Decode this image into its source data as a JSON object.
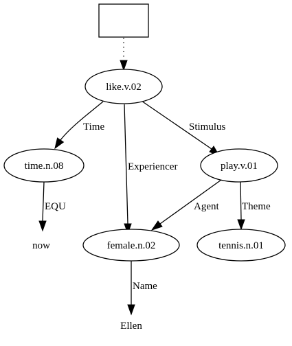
{
  "graph": {
    "nodes": {
      "box": {
        "label": ""
      },
      "like": {
        "label": "like.v.02"
      },
      "time": {
        "label": "time.n.08"
      },
      "play": {
        "label": "play.v.01"
      },
      "now": {
        "label": "now"
      },
      "female": {
        "label": "female.n.02"
      },
      "tennis": {
        "label": "tennis.n.01"
      },
      "ellen": {
        "label": "Ellen"
      }
    },
    "edges": {
      "box_like": {
        "label": "",
        "style": "dotted"
      },
      "like_time": {
        "label": "Time"
      },
      "like_play": {
        "label": "Stimulus"
      },
      "like_female": {
        "label": "Experiencer"
      },
      "time_now": {
        "label": "EQU"
      },
      "play_female": {
        "label": "Agent"
      },
      "play_tennis": {
        "label": "Theme"
      },
      "female_ellen": {
        "label": "Name"
      }
    }
  }
}
